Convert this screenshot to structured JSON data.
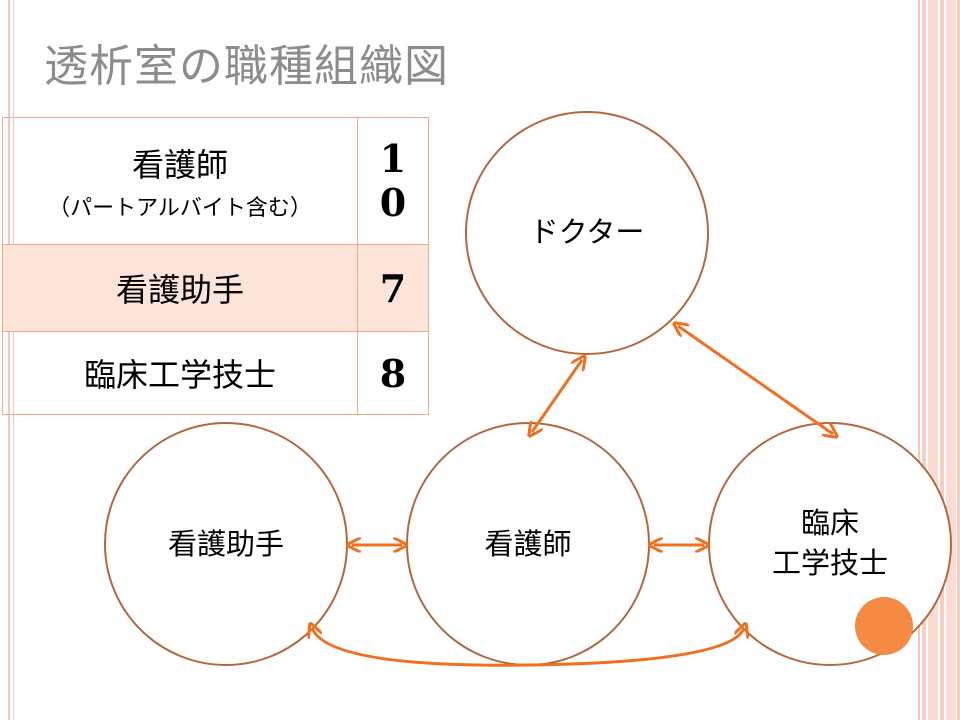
{
  "title": "透析室の職種組織図",
  "staff_table": [
    {
      "role": "看護師",
      "note": "（パートアルバイト含む）",
      "count_digits": [
        "1",
        "0"
      ]
    },
    {
      "role": "看護助手",
      "count": "7"
    },
    {
      "role": "臨床工学技士",
      "count": "8"
    }
  ],
  "diagram": {
    "nodes": {
      "doctor": "ドクター",
      "aide": "看護助手",
      "nurse": "看護師",
      "ce_line1": "臨床",
      "ce_line2": "工学技士"
    }
  },
  "colors": {
    "arrow": "#ee7020",
    "circle_stroke": "#b4673c",
    "accent_dot": "#f58a44",
    "table_border": "#f2a98c",
    "highlight_row": "#fde4d8",
    "title": "#8c8c8c"
  }
}
